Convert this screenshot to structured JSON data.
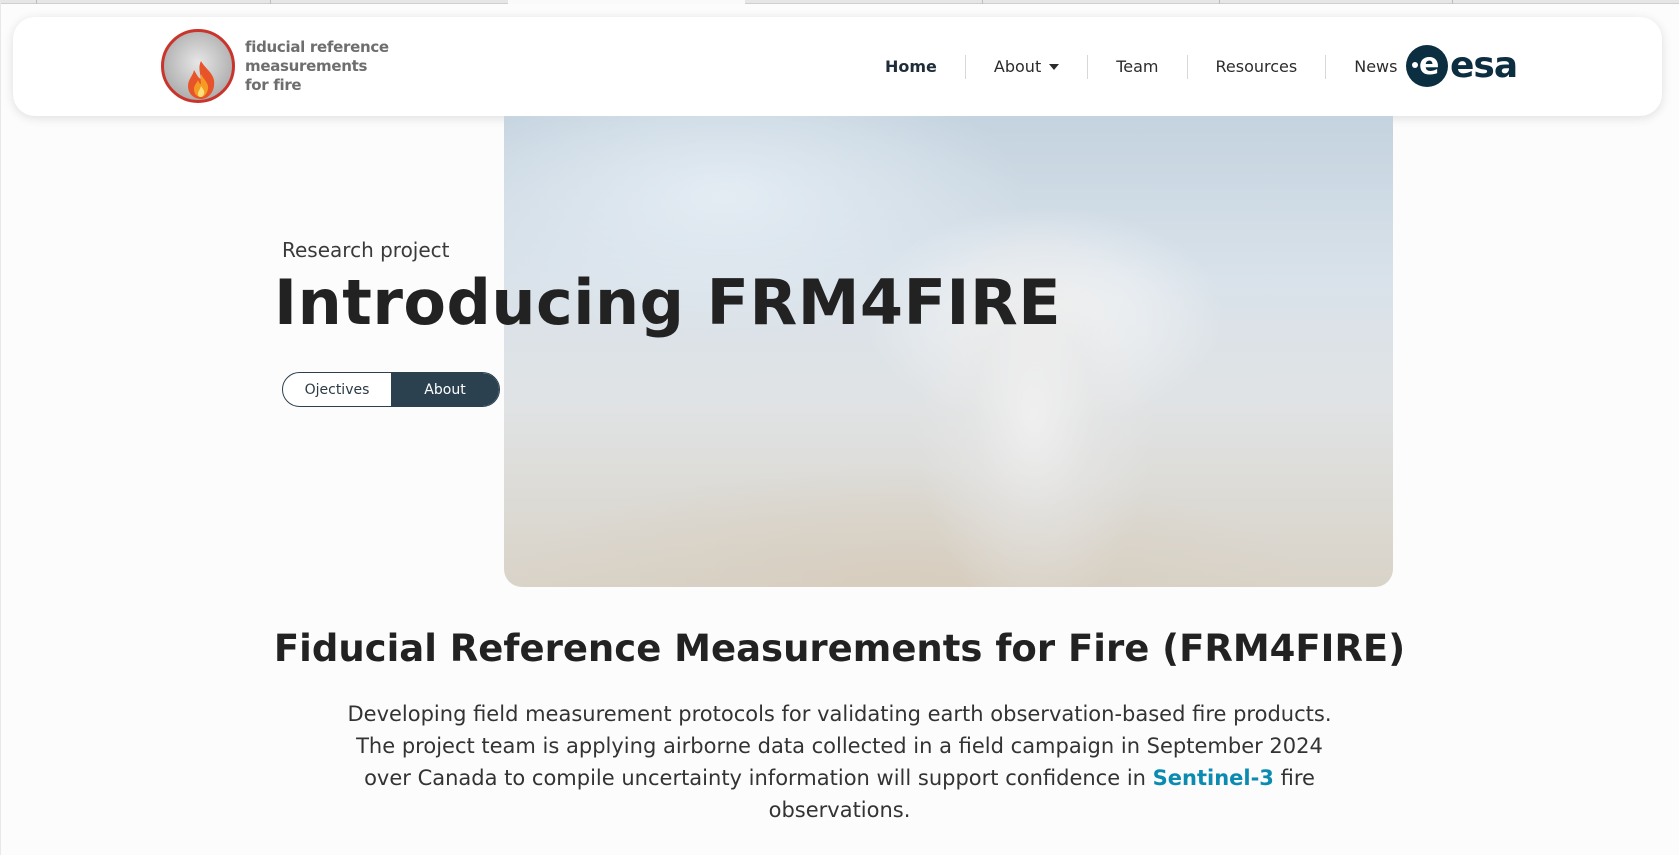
{
  "header": {
    "logo": {
      "lines": [
        "fiducial reference",
        "measurements",
        "for fire"
      ]
    },
    "nav": [
      {
        "label": "Home",
        "active": true
      },
      {
        "label": "About",
        "has_dropdown": true
      },
      {
        "label": "Team"
      },
      {
        "label": "Resources"
      },
      {
        "label": "News"
      }
    ],
    "partner_logo": {
      "word": "esa",
      "mark": "e"
    }
  },
  "hero": {
    "eyebrow": "Research project",
    "title": "Introducing FRM4FIRE",
    "toggle": {
      "options": [
        "Ojectives",
        "About"
      ],
      "selected": "About"
    }
  },
  "intro": {
    "title": "Fiducial Reference Measurements for Fire (FRM4FIRE)",
    "body_before_link": "Developing field measurement protocols for validating earth observation-based fire products. The project team is applying airborne data collected in a field campaign in September 2024 over Canada to compile uncertainty information will support confidence in ",
    "link_text": "Sentinel-3",
    "body_after_link": " fire observations."
  },
  "colors": {
    "accent_dark": "#2b4150",
    "link": "#0b8bb0",
    "esa_blue": "#0b2e40",
    "logo_ring": "#c9342c"
  }
}
